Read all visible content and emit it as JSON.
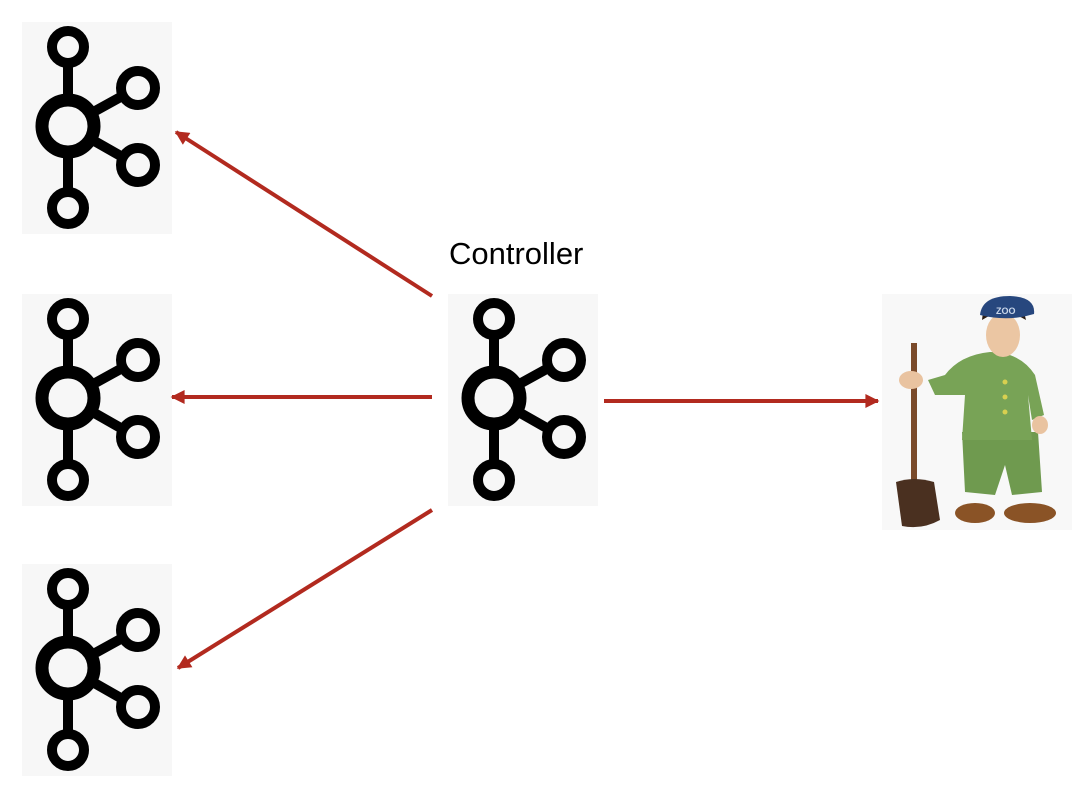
{
  "diagram": {
    "controller_label": "Controller",
    "nodes": [
      {
        "name": "broker-top",
        "icon": "kafka-icon"
      },
      {
        "name": "broker-middle",
        "icon": "kafka-icon"
      },
      {
        "name": "broker-bottom",
        "icon": "kafka-icon"
      },
      {
        "name": "controller",
        "icon": "kafka-icon"
      },
      {
        "name": "zookeeper",
        "icon": "zookeeper-icon"
      }
    ],
    "hat_text": "ZOO",
    "colors": {
      "arrow": "#b22a1f",
      "icon_bg": "#f7f7f7",
      "icon": "#000000"
    }
  }
}
